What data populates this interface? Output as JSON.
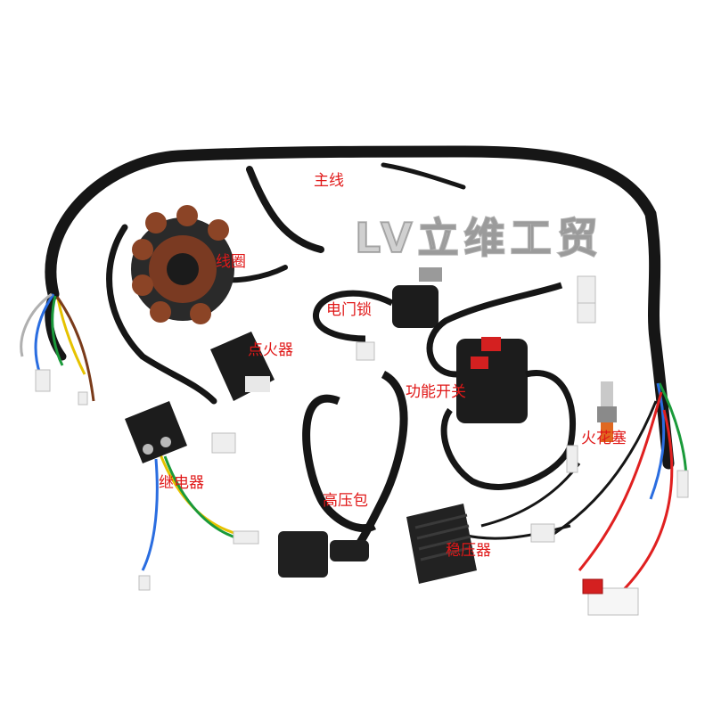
{
  "labels": {
    "main_wire": "主线",
    "coil": "线圈",
    "ignition_lock": "电门锁",
    "igniter": "点火器",
    "function_switch": "功能开关",
    "spark_plug": "火花塞",
    "relay": "继电器",
    "ignition_coil": "高压包",
    "regulator": "稳压器"
  },
  "watermark": "LV立维工贸",
  "colors": {
    "label": "#e01818",
    "harness": "#161616",
    "background": "#ffffff"
  }
}
